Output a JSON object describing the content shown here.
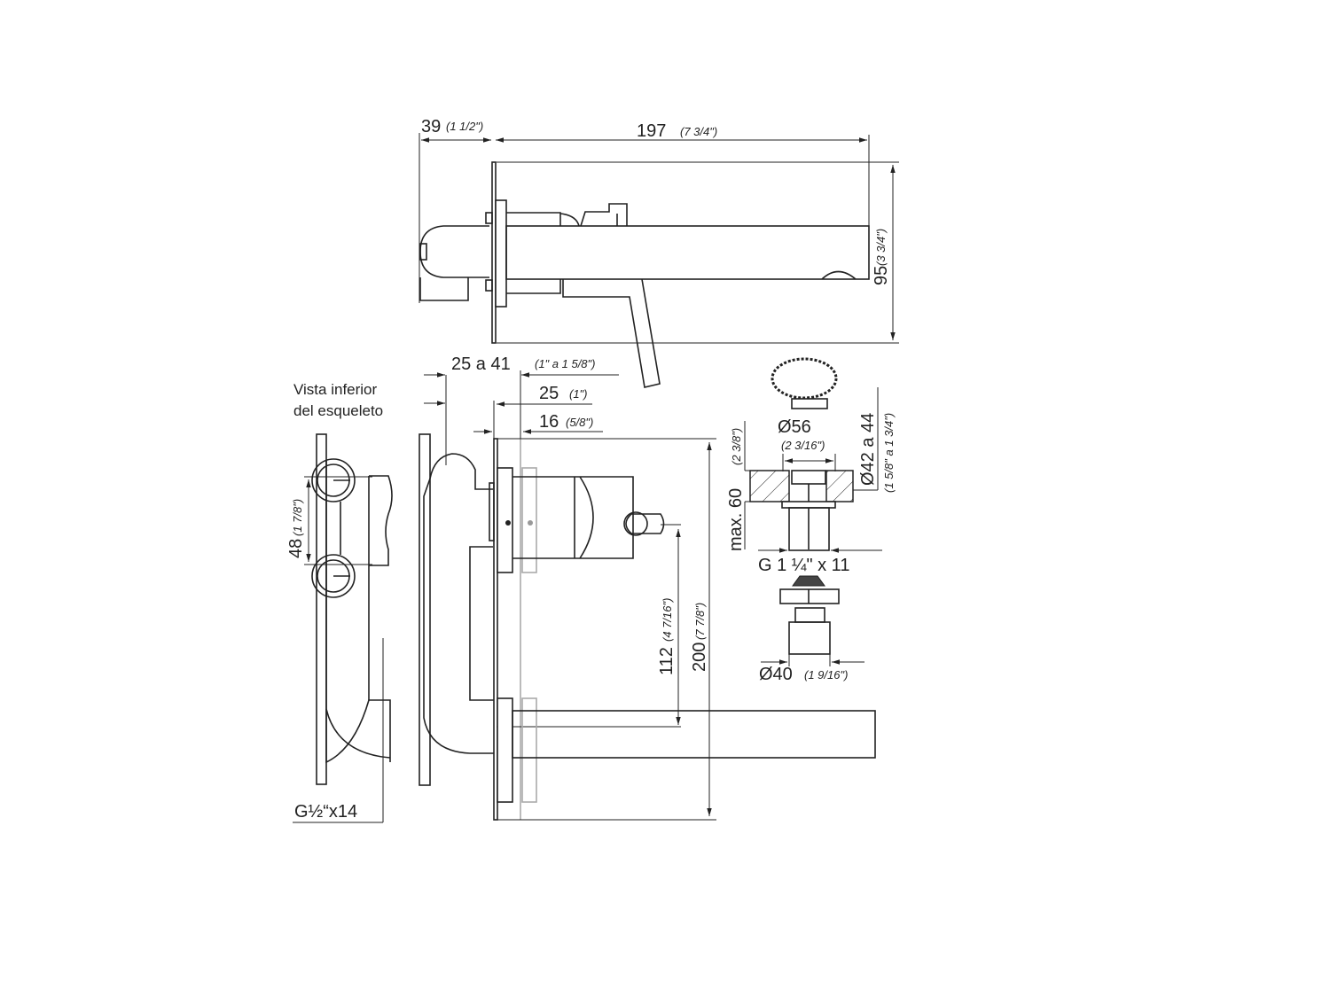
{
  "top_view": {
    "dim_depth": {
      "value": "39",
      "imperial": "(1 1/2\")"
    },
    "dim_length": {
      "value": "197",
      "imperial": "(7 3/4\")"
    },
    "dim_height": {
      "value": "95",
      "imperial": "(3 3/4\")"
    }
  },
  "front_view": {
    "dim_wall_range": {
      "value": "25 a 41",
      "imperial": "(1\" a 1 5/8\")"
    },
    "dim_25": {
      "value": "25",
      "imperial": "(1\")"
    },
    "dim_16": {
      "value": "16",
      "imperial": "(5/8\")"
    },
    "dim_112": {
      "value": "112",
      "imperial": "(4 7/16\")"
    },
    "dim_200": {
      "value": "200",
      "imperial": "(7 7/8\")"
    }
  },
  "skeleton_view": {
    "title_line1": "Vista inferior",
    "title_line2": "del esqueleto",
    "dim_48": {
      "value": "48",
      "imperial": "(1 7/8\")"
    },
    "thread": "G½“x14"
  },
  "drain_view": {
    "dim_56": {
      "value": "Ø56",
      "imperial": "(2 3/16\")"
    },
    "dim_hole": {
      "value": "Ø42 a 44",
      "imperial": "(1 5/8\" a 1 3/4\")"
    },
    "dim_max": {
      "value": "max. 60",
      "imperial": "(2 3/8\")"
    },
    "thread": "G 1 ¼\" x 11",
    "dim_40": {
      "value": "Ø40",
      "imperial": "(1 9/16\")"
    }
  }
}
